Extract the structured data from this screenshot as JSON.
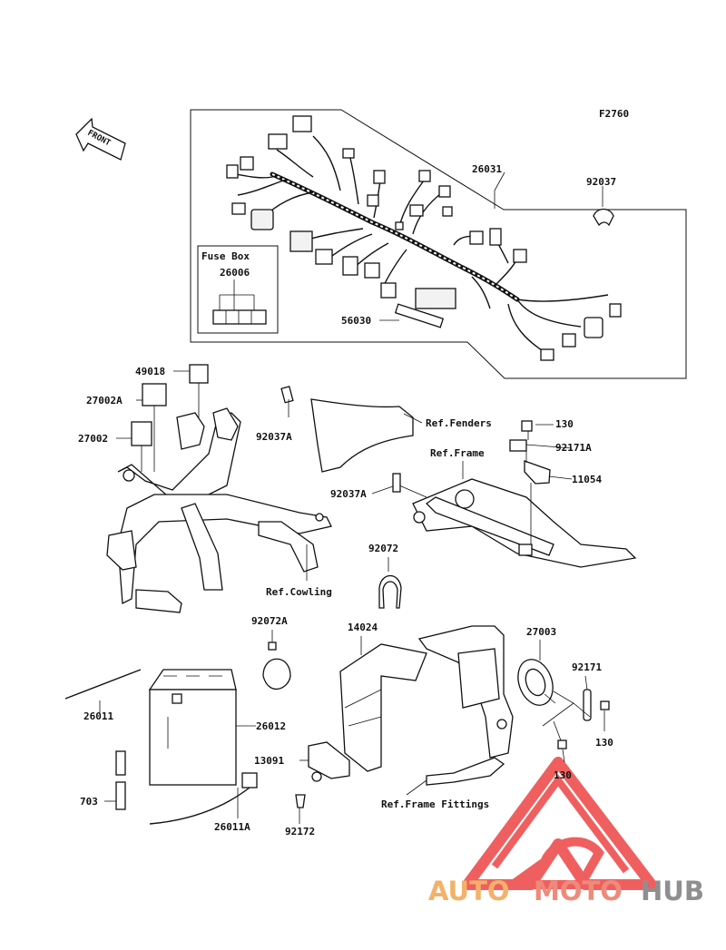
{
  "figure_code": "F2760",
  "front_label": "FRONT",
  "fuse_box": {
    "title": "Fuse Box",
    "part": "26006"
  },
  "parts": {
    "p26031": "26031",
    "p92037": "92037",
    "p56030": "56030",
    "p49018": "49018",
    "p27002A": "27002A",
    "p27002": "27002",
    "p92037A_1": "92037A",
    "p92037A_2": "92037A",
    "p130_1": "130",
    "p92171A": "92171A",
    "p11054": "11054",
    "p92072": "92072",
    "p92072A": "92072A",
    "p14024": "14024",
    "p27003": "27003",
    "p92171": "92171",
    "p130_2": "130",
    "p130_3": "130",
    "p26011": "26011",
    "p26012": "26012",
    "p13091": "13091",
    "p703": "703",
    "p26011A": "26011A",
    "p92172": "92172"
  },
  "refs": {
    "fenders": "Ref.Fenders",
    "frame": "Ref.Frame",
    "cowling": "Ref.Cowling",
    "frame_fittings": "Ref.Frame Fittings"
  },
  "watermark": {
    "auto": "AUTO",
    "moto": "MOTO",
    "hub": "HUB",
    "colors": {
      "auto": "#f3b26a",
      "moto": "#ee8a7c",
      "hub": "#8f8f8f",
      "logo": "#ee4a4a"
    }
  }
}
